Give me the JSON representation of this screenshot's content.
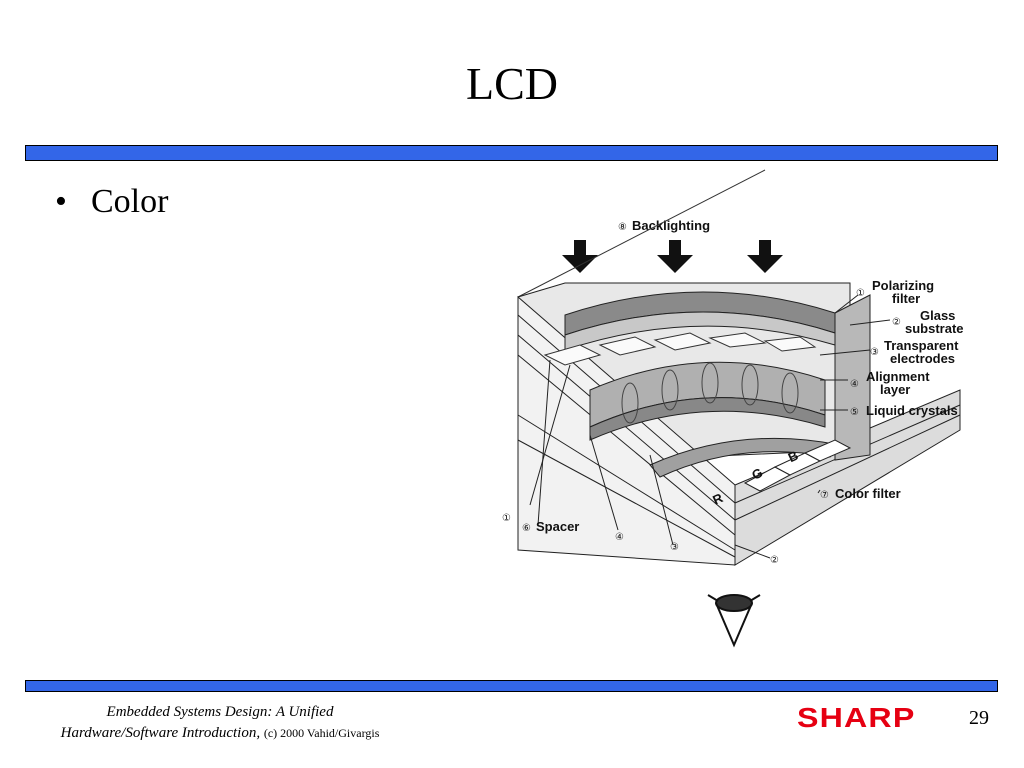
{
  "slide": {
    "title": "LCD",
    "bullet": "Color",
    "page_number": "29"
  },
  "footer": {
    "line1": "Embedded Systems Design: A Unified",
    "line2": "Hardware/Software Introduction,",
    "copyright": "(c) 2000 Vahid/Givargis"
  },
  "logo": {
    "text": "SHARP",
    "color": "#e60012"
  },
  "accent_color": "#3366e8",
  "diagram": {
    "backlighting": "Backlighting",
    "backlighting_num": "⑧",
    "polarizing_1": "Polarizing",
    "polarizing_2": "filter",
    "glass_1": "Glass",
    "glass_2": "substrate",
    "electrodes_1": "Transparent",
    "electrodes_2": "electrodes",
    "alignment_1": "Alignment",
    "alignment_2": "layer",
    "liquid": "Liquid crystals",
    "color_filter": "Color filter",
    "spacer": "Spacer",
    "n1": "①",
    "n2": "②",
    "n3": "③",
    "n4": "④",
    "n5": "⑤",
    "n6": "⑥",
    "n7": "⑦",
    "r": "R",
    "g": "G",
    "b": "B"
  }
}
